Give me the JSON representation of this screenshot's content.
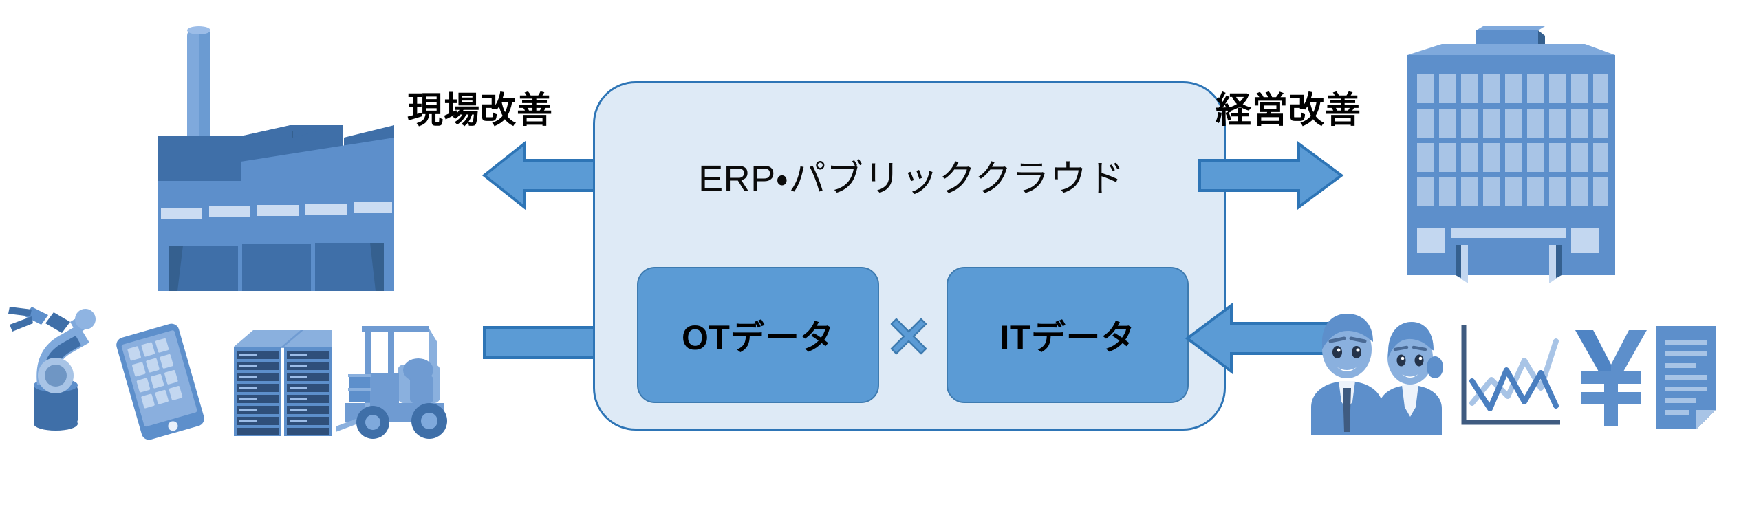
{
  "diagram": {
    "title": "ERP・パブリッククラウド",
    "center": {
      "label": "ERP・パブリッククラウド",
      "fill": "#DEEAF6",
      "stroke": "#2E75B6",
      "boxes": [
        {
          "id": "ot",
          "label": "OTデータ",
          "fill": "#5B9BD5"
        },
        {
          "id": "it",
          "label": "ITデータ",
          "fill": "#5B9BD5"
        }
      ],
      "operator": "×"
    },
    "flows": [
      {
        "id": "gemba",
        "label": "現場改善",
        "direction": "left",
        "from": "cloud",
        "to": "factory"
      },
      {
        "id": "keiei",
        "label": "経営改善",
        "direction": "right",
        "from": "cloud",
        "to": "office"
      },
      {
        "id": "ot-in",
        "label": "",
        "direction": "right",
        "from": "factory",
        "to": "ot"
      },
      {
        "id": "it-in",
        "label": "",
        "direction": "left",
        "from": "office",
        "to": "it"
      }
    ],
    "left_side": {
      "name": "factory-scene",
      "building": "factory-icon",
      "icons": [
        {
          "name": "robot-arm-icon"
        },
        {
          "name": "tablet-icon"
        },
        {
          "name": "server-rack-icon"
        },
        {
          "name": "forklift-icon"
        }
      ]
    },
    "right_side": {
      "name": "office-scene",
      "building": "office-building-icon",
      "icons": [
        {
          "name": "business-people-icon"
        },
        {
          "name": "line-chart-icon"
        },
        {
          "name": "yen-symbol-icon"
        },
        {
          "name": "document-icon"
        }
      ]
    },
    "palette": {
      "arrow_fill": "#5B9BD5",
      "arrow_stroke": "#2E75B6",
      "cloud_fill": "#DEEAF6",
      "cloud_stroke": "#2E75B6",
      "box_fill": "#5B9BD5",
      "illustration_mid": "#6B9BD2",
      "illustration_dark": "#3F6FA8",
      "illustration_light": "#A8C4E6",
      "text": "#000000",
      "background": "#FFFFFF"
    }
  }
}
